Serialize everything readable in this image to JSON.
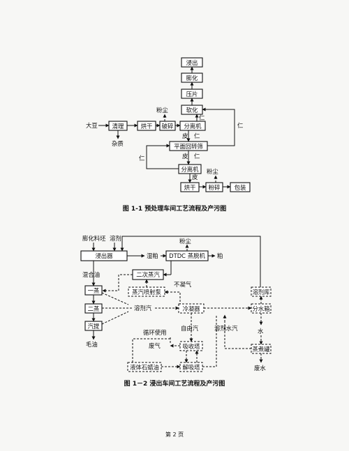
{
  "figure1": {
    "caption": "图 1-1  预处理车间工艺流程及产污图",
    "boxes": {
      "jinchu": "浸出",
      "penghua": "膨化",
      "yapian": "压片",
      "ruanhua": "软化",
      "qingli": "清理",
      "honggan": "烘干",
      "posui": "破碎",
      "fenli1": "分离机",
      "pingmian": "平面回转筛",
      "fenli2": "分离机",
      "honggan2": "烘干",
      "fensui": "粉碎",
      "baozhuang": "包装"
    },
    "labels": {
      "dadou": "大豆",
      "zazhi": "杂质",
      "fenchen1": "粉尘",
      "fenchen2": "粉尘",
      "ren1": "仁",
      "ren2": "仁",
      "ren3": "仁",
      "ren4": "仁",
      "ren5": "仁",
      "pi1": "皮",
      "pi2": "皮",
      "pi3": "皮"
    }
  },
  "figure2": {
    "caption": "图 1－2  浸出车间工艺流程及产污图",
    "boxes": {
      "jinchuqi": "浸出器",
      "dtdc": "DTDC 蒸脱机",
      "erci": "二次蒸汽",
      "yizheng": "一蒸",
      "zhengqipenshe": "蒸汽喷射泵",
      "erzheng": "二蒸",
      "lengning": "冷凝器",
      "fenshui": "分水箱",
      "rongjiku": "溶剂库",
      "qiti": "汽提",
      "xishouta": "吸收塔",
      "jiexita": "解吸塔",
      "zhengzhu": "蒸煮罐",
      "yetishila": "液体石蜡油"
    },
    "labels": {
      "penghualiaopei": "膨化料坯",
      "rongji": "溶剂",
      "shipo": "湿粕",
      "po": "粕",
      "fenchen": "粉尘",
      "hunheyou": "混合油",
      "buningqi": "不凝气",
      "rongjiqi": "溶剂汽",
      "xunhuan": "循环使用",
      "ziyouqi": "自由汽",
      "rongjishuiqi": "溶剂水汽",
      "shui": "水",
      "feiqi": "废气",
      "maoyou": "毛油",
      "feishui": "废水"
    }
  },
  "footer": {
    "page": "第 2 页"
  }
}
